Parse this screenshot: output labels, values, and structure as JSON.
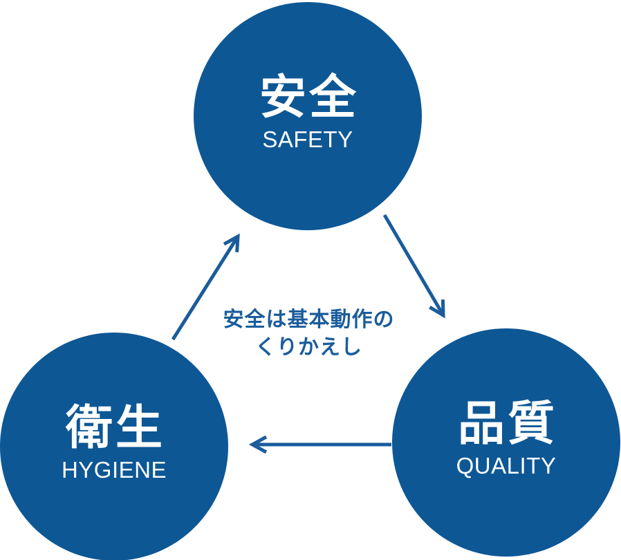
{
  "colors": {
    "circle_fill": "#0d5795",
    "arrow_stroke": "#1a5c9c",
    "node_text": "#ffffff",
    "note_text": "#1a5c9c",
    "background": "#ffffff"
  },
  "nodes": [
    {
      "id": "safety",
      "kanji": "安全",
      "en": "SAFETY"
    },
    {
      "id": "hygiene",
      "kanji": "衛生",
      "en": "HYGIENE"
    },
    {
      "id": "quality",
      "kanji": "品質",
      "en": "QUALITY"
    }
  ],
  "center_note": {
    "line1": "安全は基本動作の",
    "line2": "くりかえし"
  }
}
